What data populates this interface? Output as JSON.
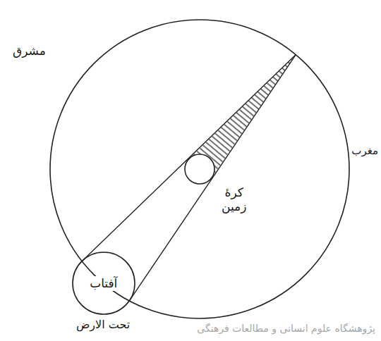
{
  "diagram": {
    "nodes": [
      {
        "text": [
          "کرهٔ زمین"
        ]
      },
      {
        "text": [
          "آفتاب"
        ]
      }
    ],
    "labels": [
      "مشرق",
      "مغرب",
      "تحت الارض",
      "پژوهشگاه علوم انسانی و مطالعات فرهنگی"
    ]
  }
}
